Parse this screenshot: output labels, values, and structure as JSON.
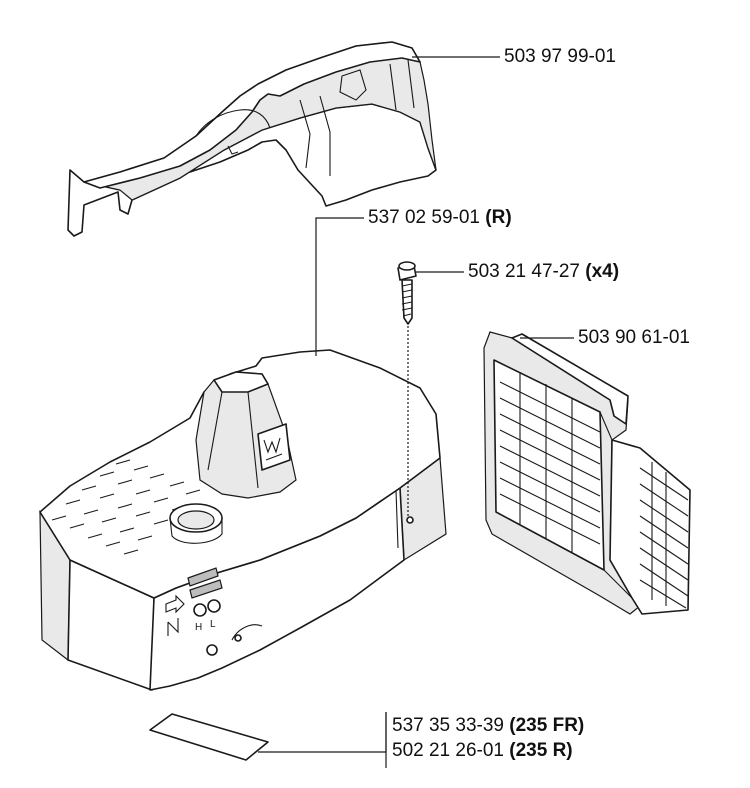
{
  "callouts": [
    {
      "number": "503 97 99-01",
      "note": ""
    },
    {
      "number": "537 02 59-01",
      "note": "(R)"
    },
    {
      "number": "503 21 47-27",
      "note": "(x4)"
    },
    {
      "number": "503 90 61-01",
      "note": ""
    },
    {
      "number": "537 35 33-39",
      "note": "(235 FR)"
    },
    {
      "number": "502 21 26-01",
      "note": "(235 R)"
    }
  ],
  "cover_marks": {
    "h": "H",
    "l": "L"
  },
  "icons": [
    "husqvarna-crown-logo-icon",
    "arrow-icon",
    "choke-symbol-icon"
  ]
}
